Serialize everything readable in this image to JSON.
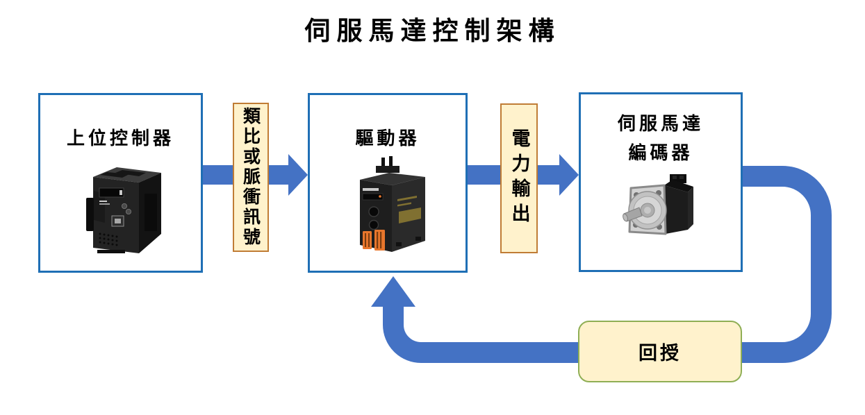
{
  "title": "伺服馬達控制架構",
  "nodes": [
    {
      "label": "上位控制器",
      "image": "plc-controller-photo"
    },
    {
      "label": "驅動器",
      "image": "servo-drive-photo"
    },
    {
      "label": "伺服馬達",
      "label_line2": "編碼器",
      "image": "servo-motor-photo"
    }
  ],
  "connections": [
    {
      "id": "signal",
      "label": "類比或脈衝訊號",
      "direction": "controller-to-driver"
    },
    {
      "id": "power",
      "label": "電力輸出",
      "direction": "driver-to-motor"
    },
    {
      "id": "feedback",
      "label": "回授",
      "direction": "motor-to-driver-loop"
    }
  ],
  "colors": {
    "node_border": "#1F6FB5",
    "arrow": "#4472C4",
    "label_fill": "#FFF2CC",
    "signal_label_border": "#C07C35",
    "feedback_label_border": "#8FAE54"
  }
}
